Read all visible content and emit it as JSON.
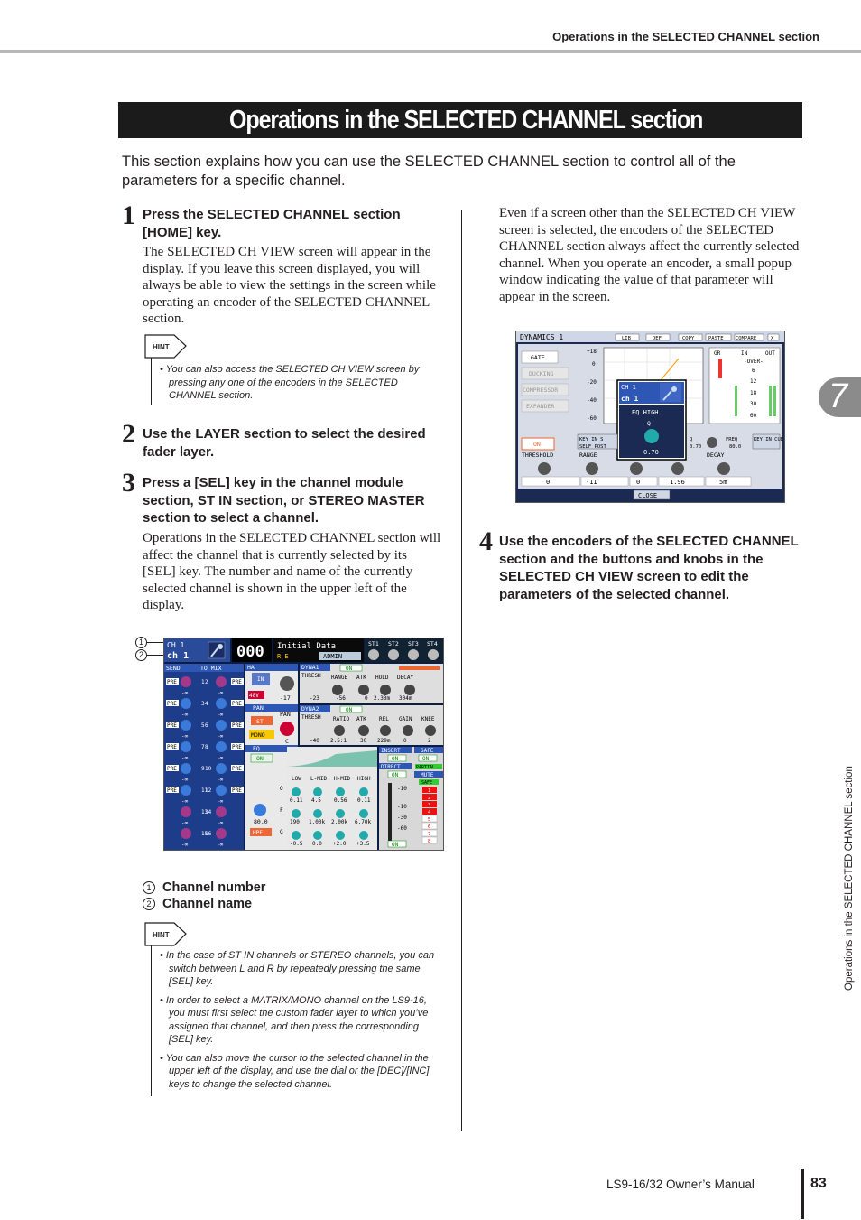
{
  "header": {
    "running_title": "Operations in the SELECTED CHANNEL section"
  },
  "title": "Operations in the SELECTED CHANNEL section",
  "intro": "This section explains how you can use the SELECTED CHANNEL section to control all of the parameters for a specific channel.",
  "steps": [
    {
      "number": "1",
      "heading": "Press the SELECTED CHANNEL section [HOME] key.",
      "body": "The SELECTED CH VIEW screen will appear in the display. If you leave this screen displayed, you will always be able to view the settings in the screen while operating an encoder of the SELECTED CHANNEL section."
    },
    {
      "number": "2",
      "heading": "Use the LAYER section to select the desired fader layer."
    },
    {
      "number": "3",
      "heading": "Press a [SEL] key in the channel module section, ST IN section, or STEREO MASTER section to select a channel.",
      "body": "Operations in the SELECTED CHANNEL section will affect the channel that is currently selected by its [SEL] key. The number and name of the currently selected channel is shown in the upper left of the display."
    },
    {
      "number": "4",
      "heading": "Use the encoders of the SELECTED CHANNEL section and the buttons and knobs in the SELECTED CH VIEW screen to edit the parameters of the selected channel."
    }
  ],
  "hint_label": "HINT",
  "hint1": [
    "You can also access the SELECTED CH VIEW screen by pressing any one of the encoders in the SELECTED CHANNEL section."
  ],
  "hint2": [
    "In the case of ST IN channels or STEREO channels, you can switch between L and R by repeatedly pressing the same [SEL] key.",
    "In order to select a MATRIX/MONO channel on the LS9-16, you must first select the custom fader layer to which you’ve assigned that channel, and then press the corresponding [SEL] key.",
    "You can also move the cursor to the selected channel in the upper left of the display, and use the dial or the [DEC]/[INC] keys to change the selected channel."
  ],
  "right_col_text": "Even if a screen other than the SELECTED CH VIEW screen is selected, the encoders of the SELECTED CHANNEL section always affect the currently selected channel. When you operate an encoder, a small popup window indicating the value of that parameter will appear in the screen.",
  "callouts": {
    "c1": "1",
    "c2": "2",
    "legend": [
      {
        "num": "1",
        "label": "Channel number"
      },
      {
        "num": "2",
        "label": "Channel name"
      }
    ]
  },
  "screen1": {
    "ch_num": "CH 1",
    "ch_name": "ch 1",
    "scene_num": "000",
    "scene_title": "Initial Data",
    "user": "ADMIN",
    "re": "R E",
    "st": [
      "ST1",
      "ST2",
      "ST3",
      "ST4"
    ],
    "send": "SEND",
    "to_mix": "TO MIX",
    "ha": "HA",
    "in": "IN",
    "v48": "48V",
    "ha_val": "-17",
    "dyna1": "DYNA1",
    "dyna2": "DYNA2",
    "on": "ON",
    "dyna1_labels": [
      "THRESH",
      "RANGE",
      "ATK",
      "HOLD",
      "DECAY"
    ],
    "dyna1_vals": [
      "-23",
      "-56",
      "0",
      "2.33m",
      "304m"
    ],
    "dyna2_labels": [
      "THRESH",
      "RATIO",
      "ATK",
      "REL",
      "GAIN",
      "KNEE"
    ],
    "dyna2_vals": [
      "-40",
      "2.5:1",
      "30",
      "229m",
      "0",
      "2"
    ],
    "pan": "PAN",
    "st_btn": "ST",
    "mono": "MONO",
    "pan_lbl": "PAN",
    "pan_val": "C",
    "eq": "EQ",
    "eq_bands": [
      "LOW",
      "L-MID",
      "H-MID",
      "HIGH"
    ],
    "eq_q": [
      "0.11",
      "4.5",
      "0.56",
      "0.11"
    ],
    "eq_f": [
      "190",
      "1.00k",
      "2.00k",
      "6.70k"
    ],
    "eq_g": [
      "-0.5",
      "0.0",
      "+2.0",
      "+3.5"
    ],
    "qfg": [
      "Q",
      "F",
      "G"
    ],
    "hpf": "HPF",
    "hpf_val": "80.0",
    "insert": "INSERT",
    "direct": "DIRECT",
    "safe": "SAFE",
    "mute": "MUTE",
    "partial": "PARTIAL",
    "pre": "PRE",
    "inf": "-∞",
    "sends": [
      "1",
      "2",
      "3",
      "4",
      "5",
      "6",
      "7",
      "8",
      "9",
      "10",
      "11",
      "12",
      "13",
      "14",
      "15",
      "16"
    ],
    "fader_scale": [
      "-10",
      "-10",
      "-30",
      "-60"
    ],
    "mute_groups": [
      "1",
      "2",
      "3",
      "4",
      "5",
      "6",
      "7",
      "8"
    ]
  },
  "screen2": {
    "title": "DYNAMICS 1",
    "buttons": [
      "LIB",
      "DEF",
      "COPY",
      "PASTE",
      "COMPARE",
      "X"
    ],
    "types": [
      "GATE",
      "DUCKING",
      "COMPRESSOR",
      "EXPANDER"
    ],
    "scale": [
      "+18",
      "0",
      "-20",
      "-40",
      "-60"
    ],
    "meters": [
      "GR",
      "IN",
      "OUT"
    ],
    "meter_scale": [
      "-OVER-",
      "6",
      "12",
      "18",
      "30",
      "60"
    ],
    "popup": {
      "ch": "CH 1",
      "name": "ch 1",
      "param": "EQ HIGH",
      "q": "Q",
      "value": "0.70"
    },
    "on": "ON",
    "key_in": "KEY IN S",
    "self_post": "SELF POST",
    "labels": [
      "THRESHOLD",
      "RANGE",
      "DECAY"
    ],
    "values": [
      "0",
      "-11",
      "0",
      "1.96",
      "5m"
    ],
    "q_val": "0.70",
    "freq": "FREQ",
    "freq_val": "80.0",
    "key_in_cue": "KEY IN CUE",
    "close": "CLOSE"
  },
  "side_tab": {
    "number": "7",
    "text": "Operations in the SELECTED CHANNEL section"
  },
  "footer": {
    "manual": "LS9-16/32  Owner’s Manual",
    "page": "83"
  }
}
